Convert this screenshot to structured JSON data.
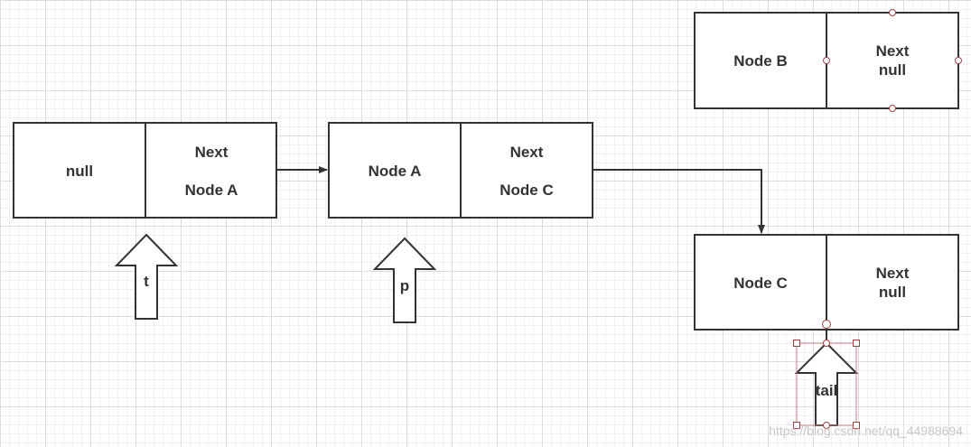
{
  "nodes": {
    "head": {
      "value": "null",
      "next_label": "Next",
      "next_value": "Node A"
    },
    "node_a": {
      "value": "Node A",
      "next_label": "Next",
      "next_value": "Node C"
    },
    "node_b": {
      "value": "Node B",
      "next_label": "Next",
      "next_value": "null"
    },
    "node_c": {
      "value": "Node C",
      "next_label": "Next",
      "next_value": "null"
    }
  },
  "pointers": {
    "t": "t",
    "p": "p",
    "tail": "tail"
  },
  "watermark": "https://blog.csdn.net/qq_44988694",
  "colors": {
    "stroke": "#333333",
    "text": "#333333",
    "handle": "#a04040",
    "grid_major": "#dcdcdc",
    "grid_minor": "#f0f0f0"
  }
}
